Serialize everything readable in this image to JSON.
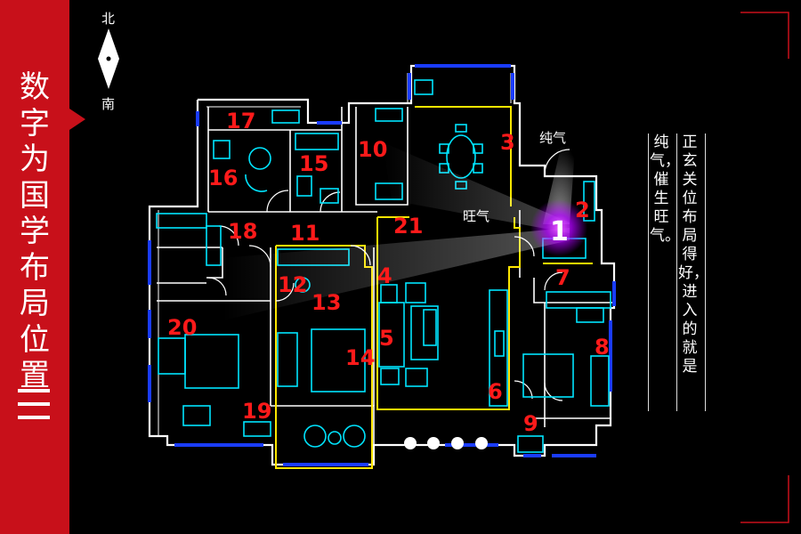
{
  "sidebar": {
    "title": "数字为国学布局位置",
    "menu_icon": "hamburger-icon",
    "background": "#c8101a"
  },
  "compass": {
    "north": "北",
    "south": "南"
  },
  "labels": {
    "pure_qi": "纯气",
    "prosperous_qi": "旺气",
    "center_number": "1"
  },
  "note": {
    "column_1": "正玄关位布局得好，进入的就是",
    "column_2": "纯气，催生旺气。"
  },
  "rooms": [
    "17",
    "16",
    "15",
    "10",
    "3",
    "2",
    "21",
    "18",
    "11",
    "12",
    "13",
    "4",
    "5",
    "14",
    "20",
    "19",
    "6",
    "7",
    "8",
    "9"
  ],
  "colors": {
    "wall": "#ffffff",
    "furniture": "#00e5ff",
    "window": "#1a3cff",
    "highlight": "#ffe600",
    "number": "#ff1a1a",
    "accent": "#c8101a",
    "glow": "#b000ff"
  }
}
